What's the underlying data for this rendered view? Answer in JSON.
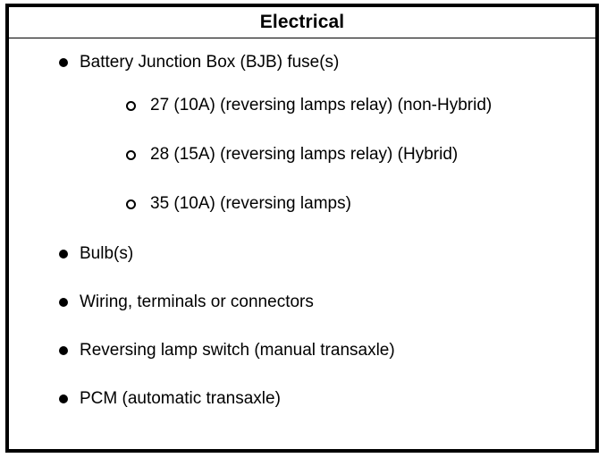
{
  "table": {
    "header": {
      "title": "Electrical"
    },
    "items": [
      {
        "marker": "filled-disc",
        "text": "Battery Junction Box (BJB) fuse(s)",
        "subitems": [
          {
            "marker": "hollow-circle",
            "text": "27 (10A) (reversing lamps relay) (non-Hybrid)"
          },
          {
            "marker": "hollow-circle",
            "text": "28 (15A) (reversing lamps relay) (Hybrid)"
          },
          {
            "marker": "hollow-circle",
            "text": "35 (10A) (reversing lamps)"
          }
        ]
      },
      {
        "marker": "filled-disc",
        "text": "Bulb(s)"
      },
      {
        "marker": "filled-disc",
        "text": "Wiring, terminals or connectors"
      },
      {
        "marker": "filled-disc",
        "text": "Reversing lamp switch (manual transaxle)"
      },
      {
        "marker": "filled-disc",
        "text": "PCM (automatic transaxle)"
      }
    ]
  },
  "colors": {
    "border": "#000000",
    "text": "#000000",
    "background": "#ffffff"
  }
}
